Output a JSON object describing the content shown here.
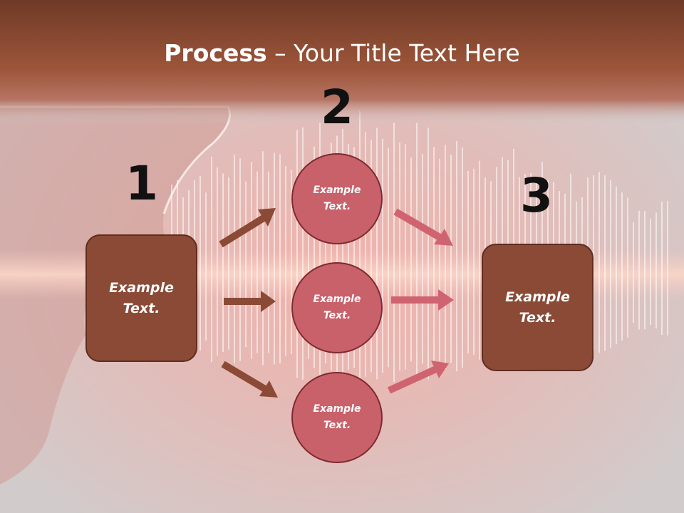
{
  "title": {
    "bold": "Process",
    "rest": " – Your Title Text Here"
  },
  "numbers": [
    "1",
    "2",
    "3"
  ],
  "left_box": {
    "label": "Example Text."
  },
  "right_box": {
    "label": "Example Text."
  },
  "circles": [
    {
      "label": "Example Text."
    },
    {
      "label": "Example Text."
    },
    {
      "label": "Example Text."
    }
  ],
  "colors": {
    "header": "#8e4a33",
    "box": "#8b4a36",
    "circle": "#c9616a",
    "arrow_left": "#8b4a36",
    "arrow_right": "#cf6470"
  }
}
